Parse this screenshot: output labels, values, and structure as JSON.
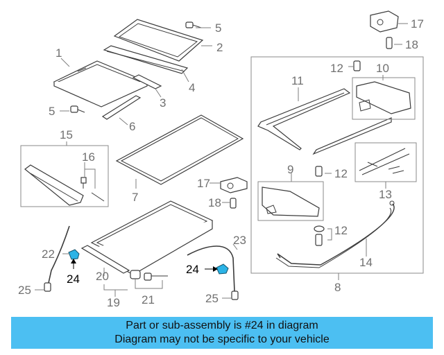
{
  "diagram": {
    "callouts": {
      "c1": "1",
      "c2": "2",
      "c3": "3",
      "c4": "4",
      "c5a": "5",
      "c5b": "5",
      "c6": "6",
      "c7": "7",
      "c8": "8",
      "c9": "9",
      "c10": "10",
      "c11": "11",
      "c12a": "12",
      "c12b": "12",
      "c12c": "12",
      "c13": "13",
      "c14": "14",
      "c15": "15",
      "c16": "16",
      "c17a": "17",
      "c17b": "17",
      "c18a": "18",
      "c18b": "18",
      "c19": "19",
      "c20": "20",
      "c21": "21",
      "c22": "22",
      "c23": "23",
      "c24a": "24",
      "c24b": "24",
      "c25a": "25",
      "c25b": "25"
    },
    "highlight_part": "24",
    "highlight_color": "#2bb3e6"
  },
  "banner": {
    "line1": "Part or sub-assembly is #24 in diagram",
    "line2": "Diagram may not be specific to your vehicle",
    "background": "#4cbff2"
  }
}
